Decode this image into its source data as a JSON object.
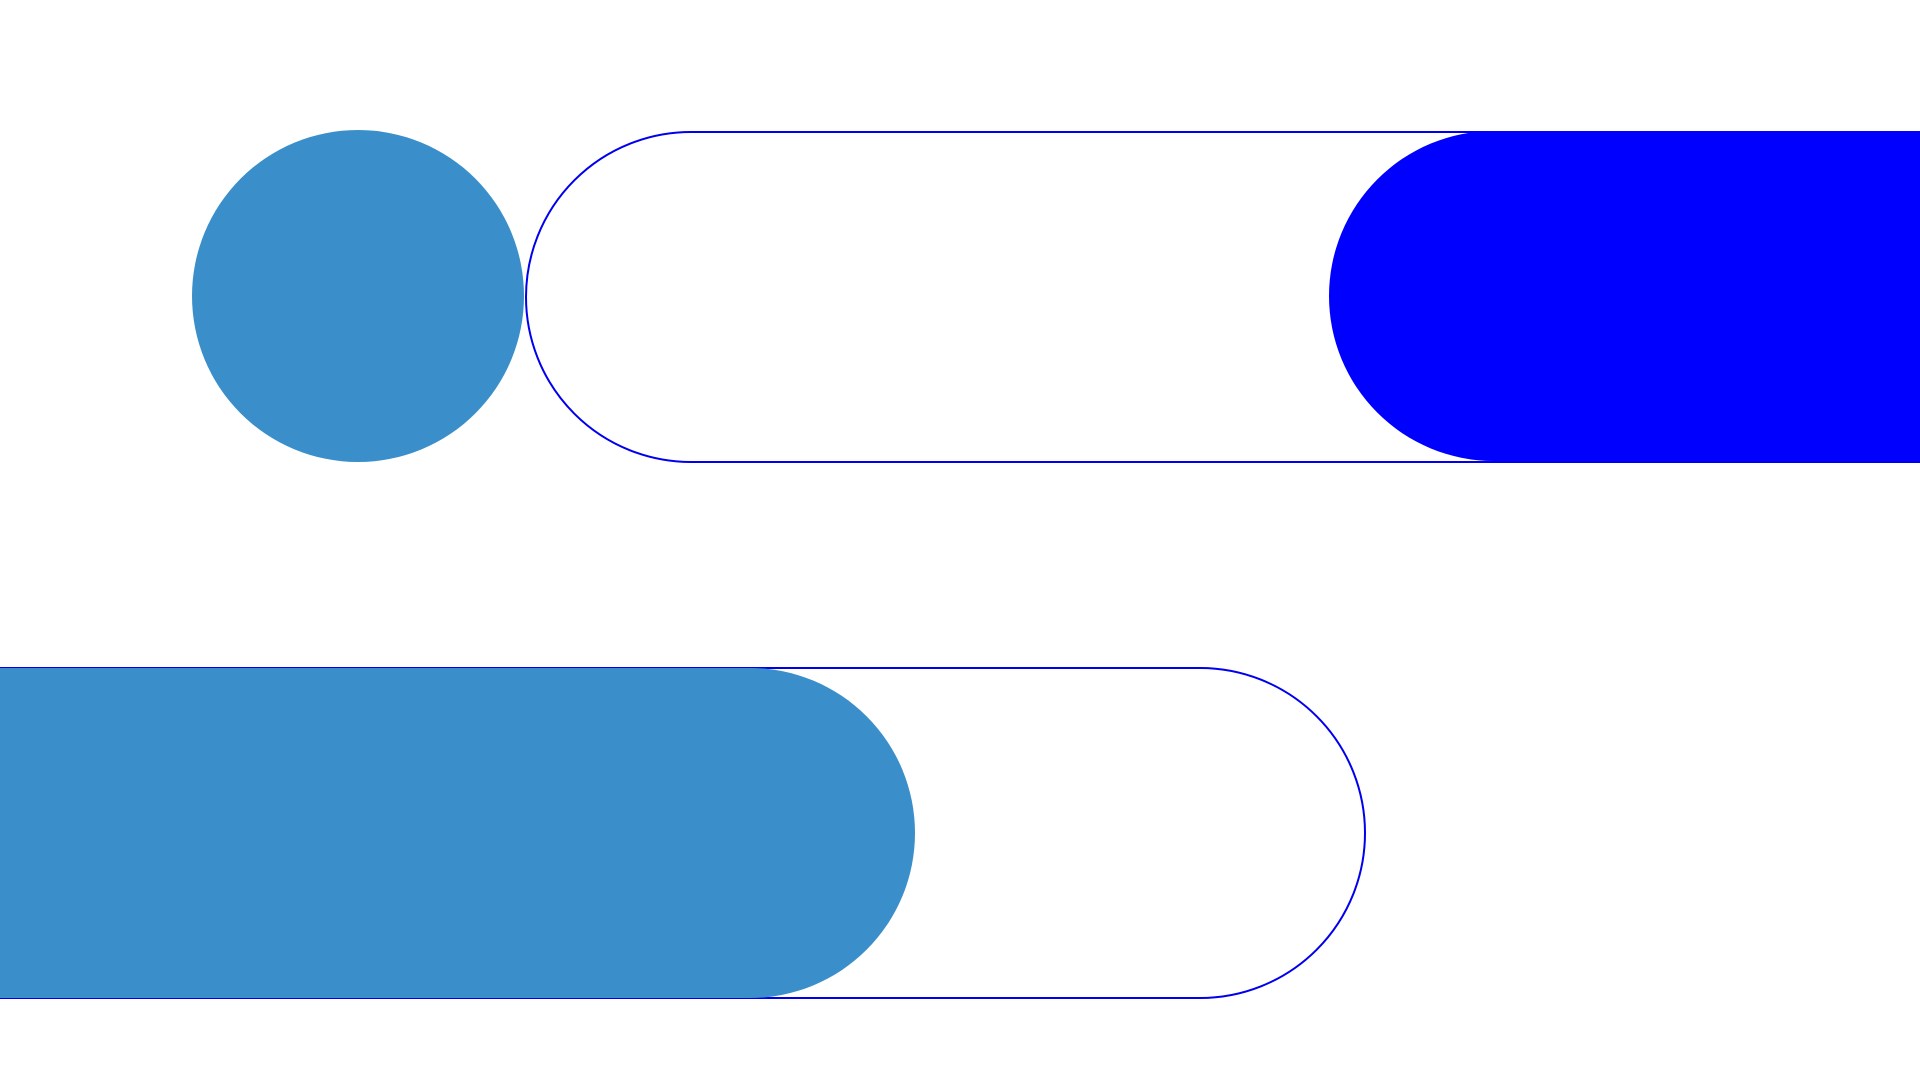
{
  "colors": {
    "background": "#ffffff",
    "light_blue": "#3a8fcb",
    "pure_blue": "#0000ff",
    "outline_blue": "#0000ee"
  },
  "shapes": {
    "top_left_circle": {
      "fill": "light_blue"
    },
    "top_outlined_pill": {
      "fill": "none",
      "stroke": "outline_blue"
    },
    "top_right_solid_pill": {
      "fill": "pure_blue"
    },
    "bottom_outlined_pill": {
      "fill": "none",
      "stroke": "outline_blue"
    },
    "bottom_solid_pill": {
      "fill": "light_blue"
    }
  }
}
